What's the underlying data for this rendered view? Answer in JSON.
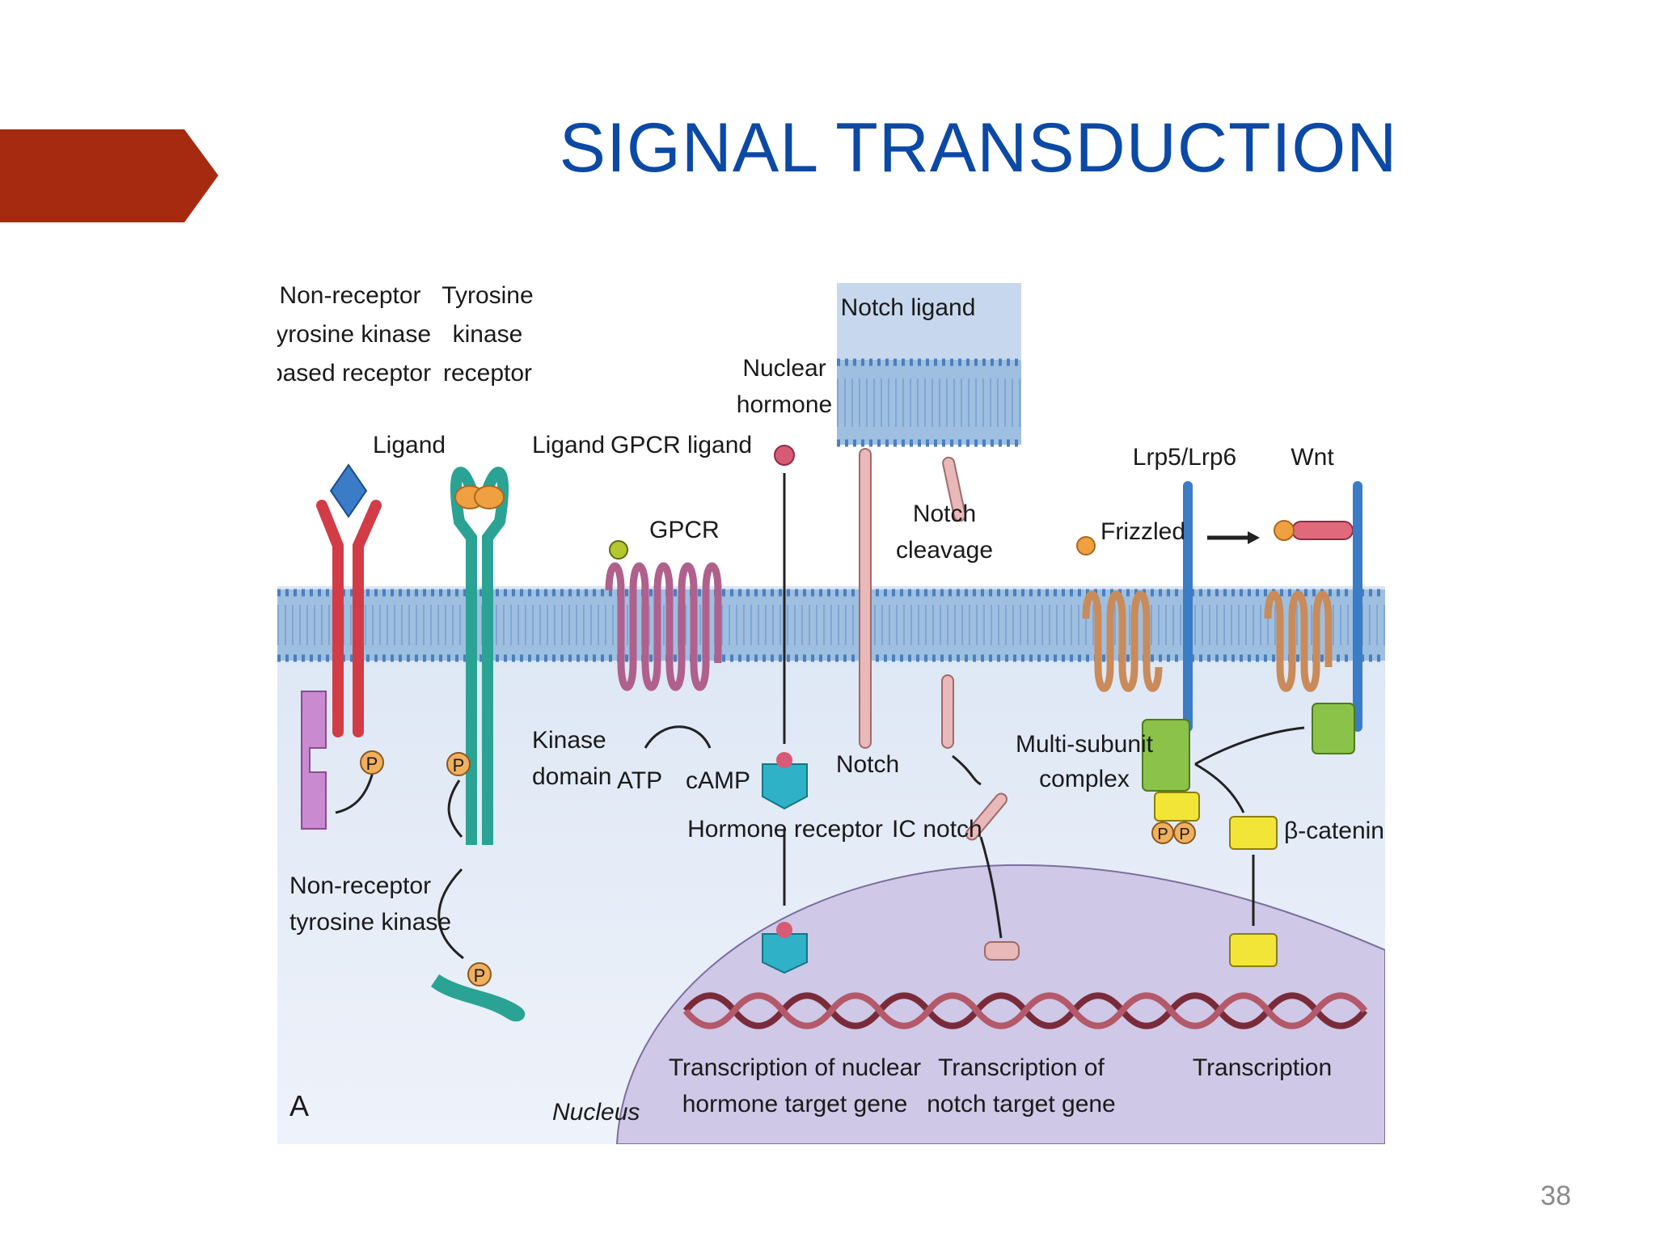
{
  "slide": {
    "title": "SIGNAL TRANSDUCTION",
    "page_number": "38",
    "banner_color": "#a52a10",
    "title_color": "#0b49a5"
  },
  "diagram": {
    "panel_letter": "A",
    "labels": {
      "nrtk_receptor": [
        "Non-receptor",
        "tyrosine kinase",
        "based receptor"
      ],
      "tk_receptor": [
        "Tyrosine",
        "kinase",
        "receptor"
      ],
      "ligand_1": "Ligand",
      "ligand_2": "Ligand",
      "gpcr_ligand": "GPCR ligand",
      "gpcr": "GPCR",
      "nuclear_hormone": [
        "Nuclear",
        "hormone"
      ],
      "notch_ligand": "Notch ligand",
      "notch_cleavage": [
        "Notch",
        "cleavage"
      ],
      "lrp": "Lrp5/Lrp6",
      "wnt": "Wnt",
      "frizzled": "Frizzled",
      "kinase_domain": [
        "Kinase",
        "domain"
      ],
      "atp": "ATP",
      "camp": "cAMP",
      "notch": "Notch",
      "multi_subunit": [
        "Multi-subunit",
        "complex"
      ],
      "hormone_receptor": "Hormone receptor",
      "ic_notch": "IC notch",
      "beta_catenin": "β-catenin",
      "nr_tyrosine_kinase": [
        "Non-receptor",
        "tyrosine kinase"
      ],
      "transcription_nuclear": [
        "Transcription of nuclear",
        "hormone target gene"
      ],
      "transcription_notch": [
        "Transcription of",
        "notch target gene"
      ],
      "transcription": "Transcription",
      "nucleus": "Nucleus",
      "phosphate": "P"
    }
  }
}
